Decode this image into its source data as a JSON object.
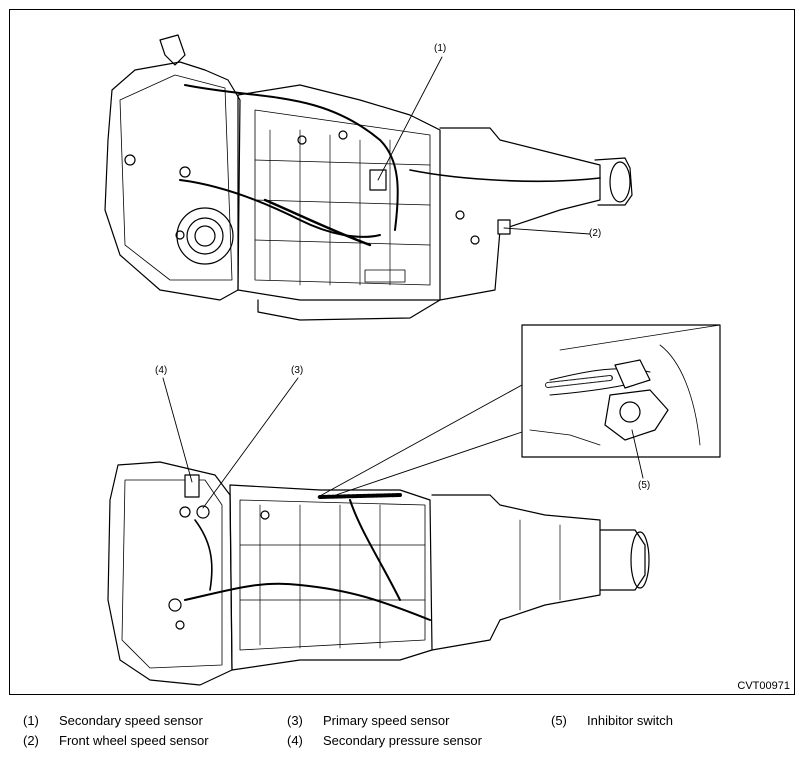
{
  "callouts": {
    "c1": "(1)",
    "c2": "(2)",
    "c3": "(3)",
    "c4": "(4)",
    "c5": "(5)"
  },
  "figure_code": "CVT00971",
  "legend": [
    {
      "num": "(1)",
      "label": "Secondary speed sensor"
    },
    {
      "num": "(2)",
      "label": "Front wheel speed sensor"
    },
    {
      "num": "(3)",
      "label": "Primary speed sensor"
    },
    {
      "num": "(4)",
      "label": "Secondary pressure sensor"
    },
    {
      "num": "(5)",
      "label": "Inhibitor switch"
    }
  ]
}
